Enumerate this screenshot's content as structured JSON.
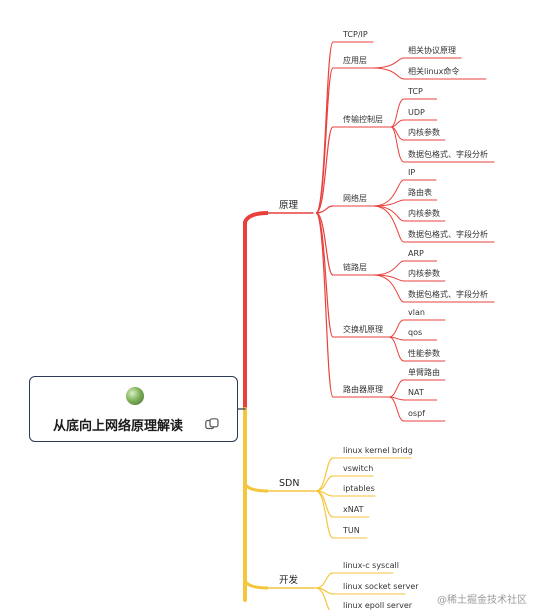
{
  "root": {
    "title": "从底向上网络原理解读",
    "icon": "copy-icon"
  },
  "branches": [
    {
      "key": "yuanli",
      "label": "原理",
      "color": "#e8413c",
      "children": [
        {
          "label": "TCP/IP",
          "children": []
        },
        {
          "label": "应用层",
          "children": [
            "相关协议原理",
            "相关linux命令"
          ]
        },
        {
          "label": "传输控制层",
          "children": [
            "TCP",
            "UDP",
            "内核参数",
            "数据包格式、字段分析"
          ]
        },
        {
          "label": "网络层",
          "children": [
            "IP",
            "路由表",
            "内核参数",
            "数据包格式、字段分析"
          ]
        },
        {
          "label": "链路层",
          "children": [
            "ARP",
            "内核参数",
            "数据包格式、字段分析"
          ]
        },
        {
          "label": "交换机原理",
          "children": [
            "vlan",
            "qos",
            "性能参数"
          ]
        },
        {
          "label": "路由器原理",
          "children": [
            "单臂路由",
            "NAT",
            "ospf"
          ]
        }
      ]
    },
    {
      "key": "sdn",
      "label": "SDN",
      "color": "#f4c63d",
      "children": [
        {
          "label": "linux kernel bridg",
          "children": []
        },
        {
          "label": "vswitch",
          "children": []
        },
        {
          "label": "iptables",
          "children": []
        },
        {
          "label": "xNAT",
          "children": []
        },
        {
          "label": "TUN",
          "children": []
        }
      ]
    },
    {
      "key": "kaifa",
      "label": "开发",
      "color": "#f4c63d",
      "children": [
        {
          "label": "linux-c  syscall",
          "children": []
        },
        {
          "label": "linux socket server",
          "children": []
        },
        {
          "label": "linux epoll server",
          "children": []
        }
      ]
    }
  ],
  "watermark": "@稀土掘金技术社区"
}
